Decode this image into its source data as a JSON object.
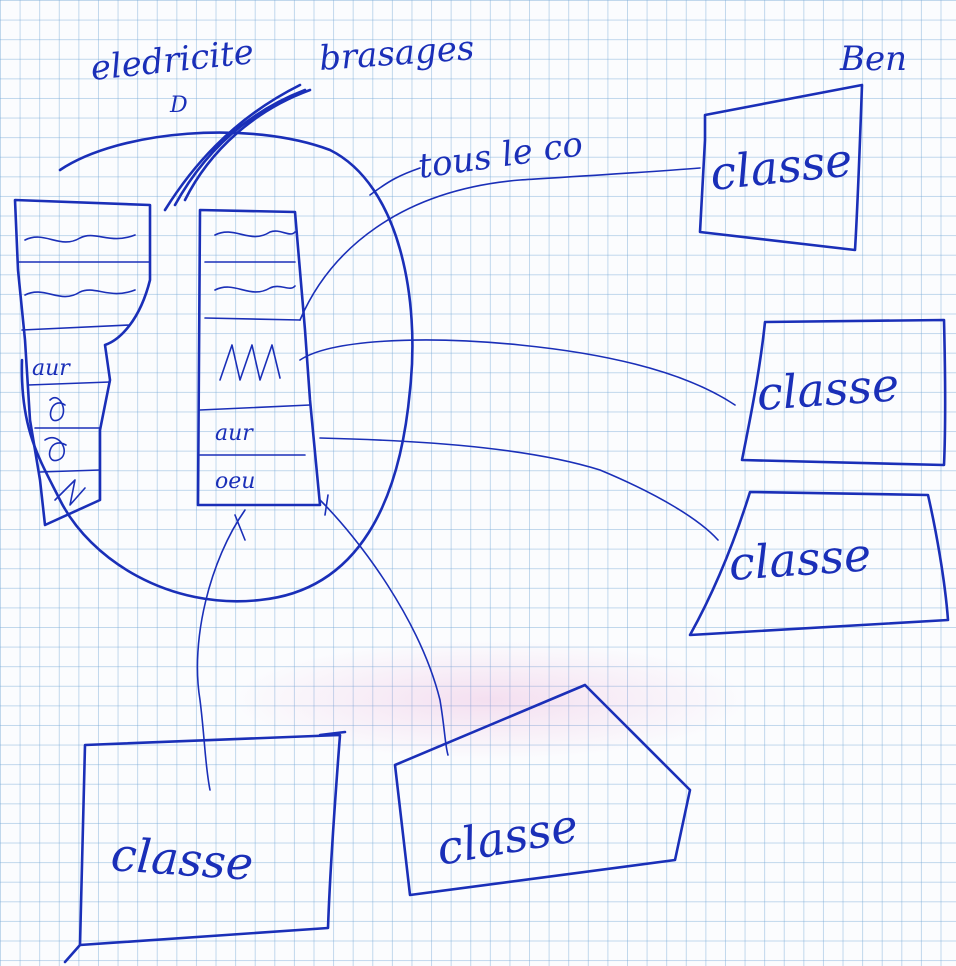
{
  "annotations": {
    "top_left": "eledricite",
    "top_middle": "brasages",
    "top_right": "Ben",
    "connector": "tous le co",
    "small_mark": "D"
  },
  "panel_marks": [
    "aur",
    "aur",
    "oeu"
  ],
  "class_boxes": [
    {
      "id": "top-right",
      "label": "classe"
    },
    {
      "id": "right-middle",
      "label": "classe"
    },
    {
      "id": "right-lower",
      "label": "classe"
    },
    {
      "id": "bottom-left",
      "label": "classe"
    },
    {
      "id": "bottom-middle",
      "label": "classe"
    }
  ],
  "ink_color": "#1a2fb8"
}
